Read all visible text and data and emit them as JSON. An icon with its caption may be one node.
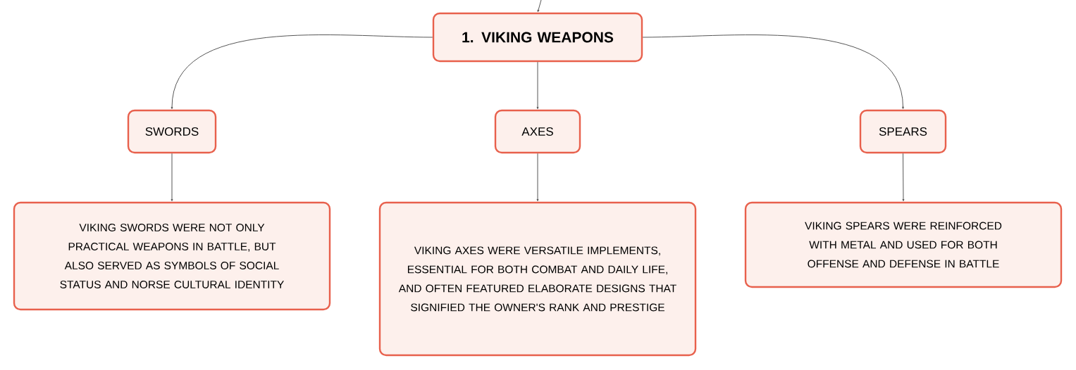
{
  "diagram": {
    "nodes": [
      {
        "text": [
          "1. VIKING WEAPONS"
        ]
      },
      {
        "text": [
          "SWORDS"
        ]
      },
      {
        "text": [
          "AXES"
        ]
      },
      {
        "text": [
          "SPEARS"
        ]
      },
      {
        "text": [
          "VIKING SWORDS WERE NOT ONLY PRACTICAL WEAPONS IN BATTLE, BUT ALSO SERVED AS SYMBOLS OF SOCIAL STATUS AND NORSE CULTURAL IDENTITY"
        ]
      },
      {
        "text": [
          "VIKING AXES WERE VERSATILE IMPLEMENTS, ESSENTIAL FOR BOTH COMBAT AND DAILY LIFE, AND OFTEN FEATURED ELABORATE DESIGNS THAT SIGNIFIED THE OWNER'S RANK AND PRESTIGE"
        ]
      },
      {
        "text": [
          "VIKING SPEARS WERE REINFORCED WITH METAL AND USED FOR BOTH OFFENSE AND DEFENSE IN BATTLE"
        ]
      }
    ],
    "edges": [
      {
        "from": null,
        "to": 0,
        "arrow": "to"
      },
      {
        "from": 0,
        "to": 1,
        "arrow": "to"
      },
      {
        "from": 0,
        "to": 2,
        "arrow": "to"
      },
      {
        "from": 0,
        "to": 3,
        "arrow": "to"
      },
      {
        "from": 1,
        "to": 4,
        "arrow": "to"
      },
      {
        "from": 2,
        "to": 5,
        "arrow": "to"
      },
      {
        "from": 3,
        "to": 6,
        "arrow": "to"
      }
    ]
  }
}
